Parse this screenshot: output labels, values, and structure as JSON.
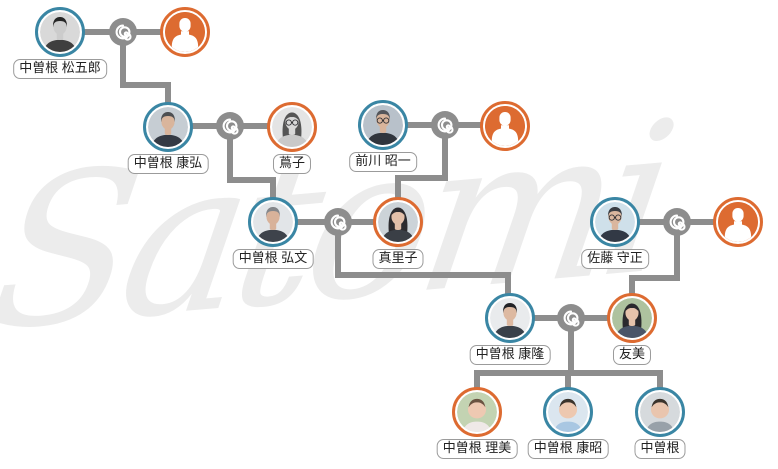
{
  "watermark": "Satomi",
  "colors": {
    "male_border": "#3a86a4",
    "female_border": "#dd6b31",
    "line": "#8d8d8d",
    "link_icon_bg": "#8d8d8d",
    "link_icon_glyph": "#ffffff",
    "label_border": "#9b9b9b",
    "label_text": "#222222",
    "watermark": "#ececec"
  },
  "icons": {
    "marriage_link": "spiral-link-icon",
    "unknown_person": "person-silhouette-icon"
  },
  "people": {
    "matsugoro": {
      "name": "中曽根 松五郎",
      "gender": "male",
      "variant": "man",
      "photo": {
        "bg": "#d9d9d9",
        "hair": "#262626",
        "skin": "#cccccc",
        "clothes": "#3f3f3f"
      }
    },
    "matsugoro_wife": {
      "name": "",
      "gender": "female",
      "variant": "unknown"
    },
    "yasuhiro": {
      "name": "中曽根 康弘",
      "gender": "male",
      "variant": "man",
      "photo": {
        "bg": "#c6cdd3",
        "hair": "#4d4f52",
        "skin": "#d9b59c",
        "clothes": "#343a44"
      }
    },
    "tsutako": {
      "name": "蔦子",
      "gender": "female",
      "variant": "woman",
      "glasses": true,
      "photo": {
        "bg": "#e4e4e4",
        "hair": "#555555",
        "skin": "#d8d8d8",
        "clothes": "#c9c9c9"
      }
    },
    "shoichi": {
      "name": "前川 昭一",
      "gender": "male",
      "variant": "man",
      "glasses": true,
      "photo": {
        "bg": "#b8c1ca",
        "hair": "#53555a",
        "skin": "#d8b49b",
        "clothes": "#30353d"
      }
    },
    "shoichi_wife": {
      "name": "",
      "gender": "female",
      "variant": "unknown"
    },
    "hirofumi": {
      "name": "中曽根 弘文",
      "gender": "male",
      "variant": "man",
      "photo": {
        "bg": "#e2e5e8",
        "hair": "#84868a",
        "skin": "#d8b29a",
        "clothes": "#3e434b"
      }
    },
    "mariko": {
      "name": "真里子",
      "gender": "female",
      "variant": "woman",
      "photo": {
        "bg": "#ccd3d8",
        "hair": "#2c2b2f",
        "skin": "#e2bfa9",
        "clothes": "#3a3f46"
      }
    },
    "morimasa": {
      "name": "佐藤 守正",
      "gender": "male",
      "variant": "man",
      "glasses": true,
      "photo": {
        "bg": "#cfe0ea",
        "hair": "#3a3d43",
        "skin": "#dab69e",
        "clothes": "#323945"
      }
    },
    "morimasa_wife": {
      "name": "",
      "gender": "female",
      "variant": "unknown"
    },
    "yasutaka": {
      "name": "中曽根 康隆",
      "gender": "male",
      "variant": "man",
      "photo": {
        "bg": "#e9ebed",
        "hair": "#222226",
        "skin": "#ddb9a1",
        "clothes": "#394049"
      }
    },
    "tomomi": {
      "name": "友美",
      "gender": "female",
      "variant": "woman",
      "photo": {
        "bg": "#aec29f",
        "hair": "#2a292d",
        "skin": "#e5c2ab",
        "clothes": "#4a5568"
      }
    },
    "rimi": {
      "name": "中曽根 理美",
      "gender": "female",
      "variant": "baby",
      "photo": {
        "bg": "#c3d3b2",
        "hair": "#6a5341",
        "skin": "#eec9b2",
        "clothes": "#efe9e7"
      }
    },
    "yasuaki": {
      "name": "中曽根 康昭",
      "gender": "male",
      "variant": "baby",
      "photo": {
        "bg": "#dbe6ef",
        "hair": "#3a332c",
        "skin": "#edc8b0",
        "clothes": "#a9c7e2"
      }
    },
    "baby3": {
      "name": "中曽根",
      "gender": "male",
      "variant": "baby",
      "photo": {
        "bg": "#d6dadd",
        "hair": "#3a332c",
        "skin": "#e9c5ae",
        "clothes": "#98a1a9"
      }
    }
  }
}
